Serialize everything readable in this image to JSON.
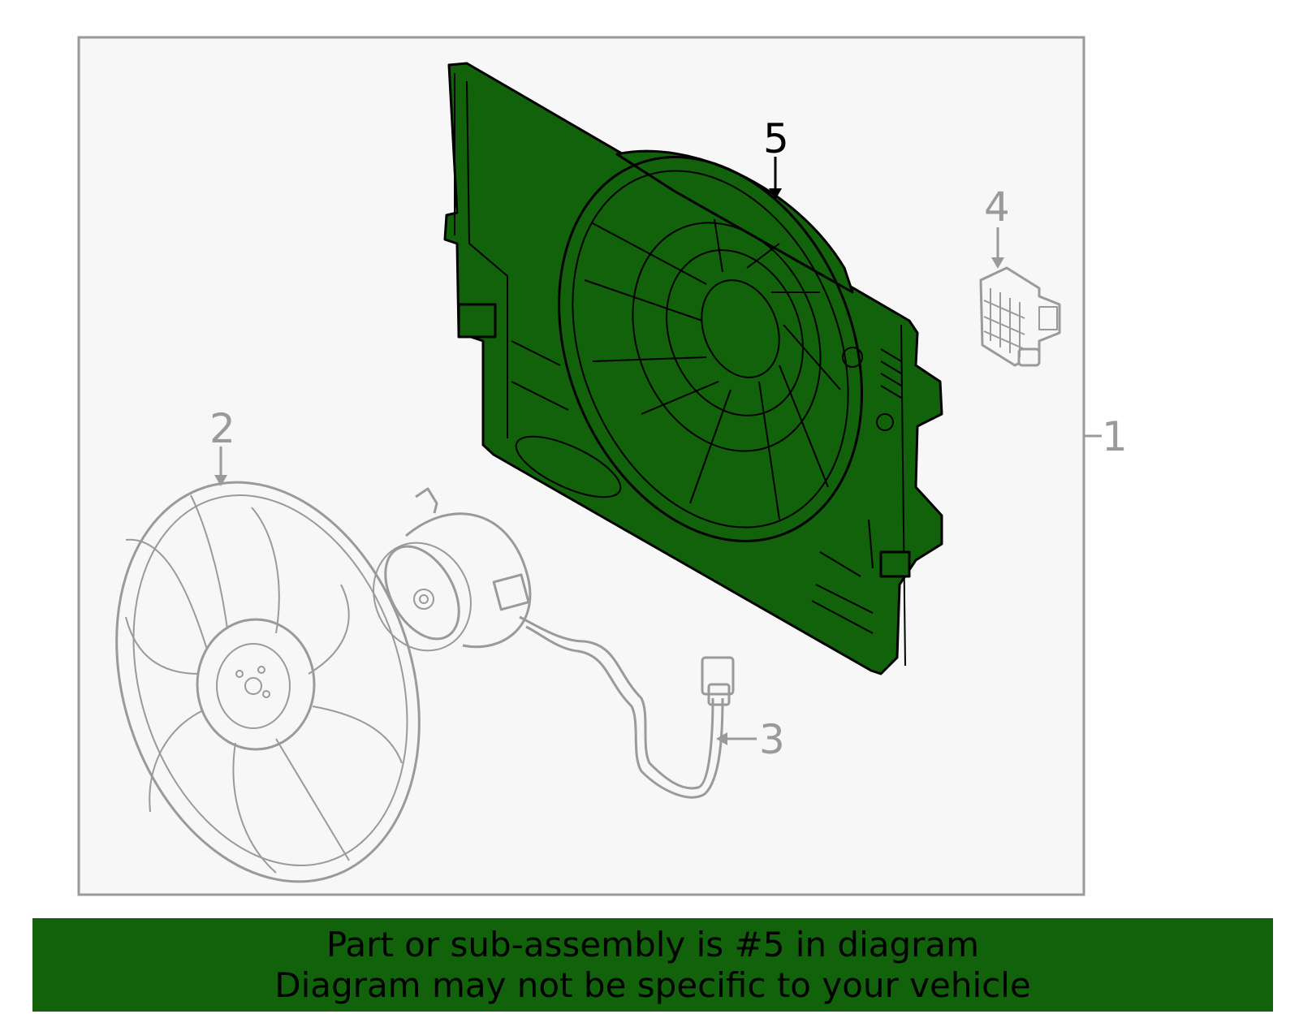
{
  "callouts": {
    "assembly": "1",
    "fan_blade": "2",
    "motor": "3",
    "resistor": "4",
    "shroud": "5"
  },
  "banner": {
    "line1": "Part or sub-assembly is #5 in diagram",
    "line2": "Diagram may not be specific to your vehicle"
  },
  "colors": {
    "highlight_fill": "#11620b",
    "part_outline": "#9a9a9a",
    "frame_border": "#9a9a9a",
    "frame_background": "#f7f7f7",
    "banner_background": "#11620b",
    "banner_text": "#000000"
  }
}
